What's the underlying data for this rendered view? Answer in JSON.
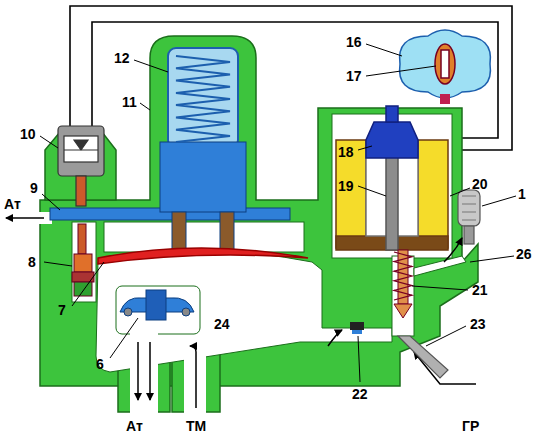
{
  "diagram": {
    "labels": [
      "10",
      "9",
      "Ат",
      "8",
      "7",
      "6",
      "Ат",
      "ТМ",
      "12",
      "11",
      "16",
      "17",
      "18",
      "19",
      "20",
      "1",
      "26",
      "21",
      "23",
      "22",
      "24",
      "ГР"
    ]
  }
}
